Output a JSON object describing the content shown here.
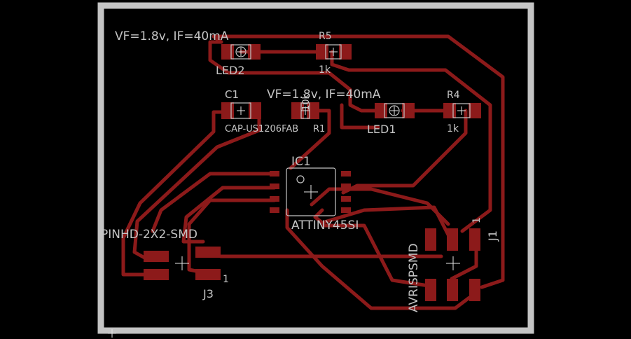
{
  "labels": {
    "led2_note": "VF=1.8v, IF=40mA",
    "led1_note": "VF=1.8v, IF=40mA",
    "r5_name": "R5",
    "r5_value": "1k",
    "led2_name": "LED2",
    "c1_name": "C1",
    "c1_value": "CAP-US1206FAB",
    "r1_name": "R1",
    "r1_value": "10k",
    "led1_name": "LED1",
    "r4_name": "R4",
    "r4_value": "1k",
    "ic1_name": "IC1",
    "ic1_value": "ATTINY45SI",
    "j3_value": "PINHD-2X2-SMD",
    "j3_name": "J3",
    "j3_pin1": "1",
    "j1_name": "J1",
    "j1_value": "AVRISPSMD",
    "j1_pin1": "1"
  },
  "colors": {
    "background": "#000000",
    "board_outline": "#c4c4c4",
    "copper": "#8c1a1a",
    "silkscreen": "#c4c4c4"
  }
}
